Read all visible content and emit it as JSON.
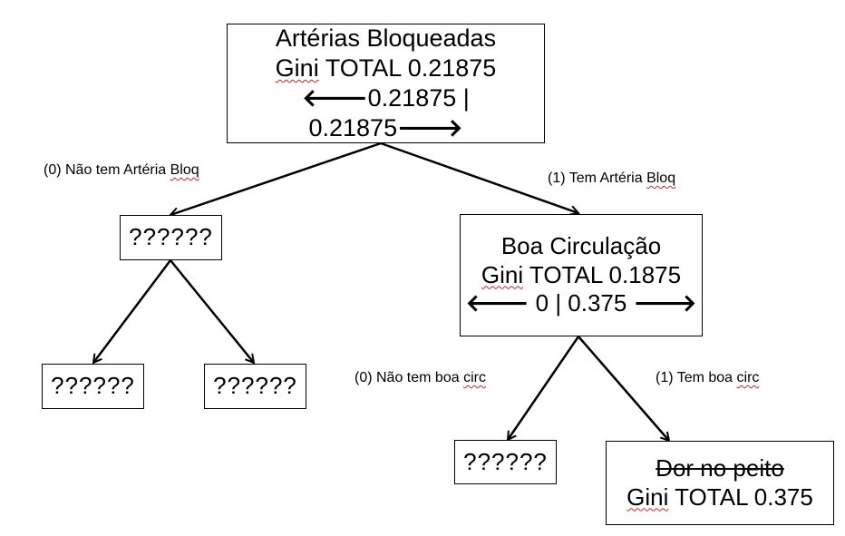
{
  "root": {
    "title": "Artérias Bloqueadas",
    "gini_word": "Gini",
    "gini_rest": " TOTAL 0.21875",
    "split_left_arrow": "🡐",
    "split_text": "0.21875 | 0.21875",
    "split_right_arrow": "🡒"
  },
  "edges": {
    "root_left": {
      "prefix": "(0) Não tem Artéria ",
      "last": "Bloq"
    },
    "root_right": {
      "prefix": "(1) Tem Artéria ",
      "last": "Bloq"
    },
    "circ_left": {
      "prefix": "(0) Não tem boa ",
      "last": "circ"
    },
    "circ_right": {
      "prefix": "(1) Tem boa ",
      "last": "circ"
    }
  },
  "left_node": {
    "label": "??????"
  },
  "left_left_leaf": {
    "label": "??????"
  },
  "left_right_leaf": {
    "label": "??????"
  },
  "circ_node": {
    "title": "Boa Circulação",
    "gini_word": "Gini",
    "gini_rest": " TOTAL 0.1875",
    "split_left_arrow": "🡐",
    "split_text": " 0 | 0.375 ",
    "split_right_arrow": "🡒"
  },
  "circ_left_leaf": {
    "label": "??????"
  },
  "chest_pain_leaf": {
    "title": "Dor no peito",
    "gini_word": "Gini",
    "gini_rest": " TOTAL 0.375"
  }
}
